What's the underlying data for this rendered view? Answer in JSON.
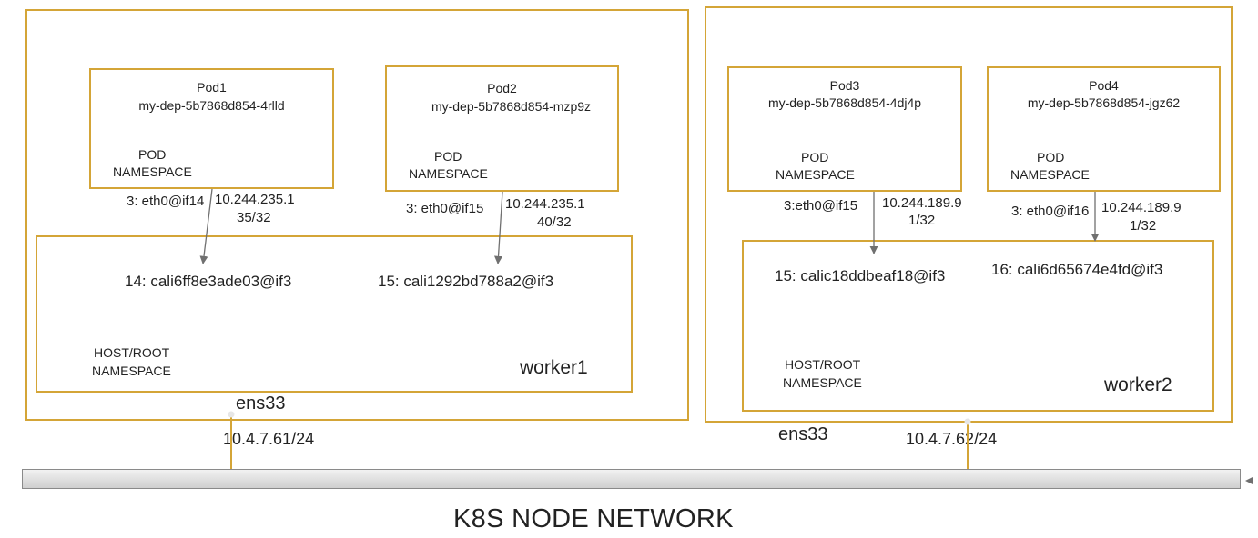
{
  "worker1": {
    "name": "worker1",
    "pods": [
      {
        "title": "Pod1",
        "name": "my-dep-5b7868d854-4rlld",
        "ns_line1": "POD",
        "ns_line2": "NAMESPACE",
        "eth": "3: eth0@if14",
        "ip_line1": "10.244.235.1",
        "ip_line2": "35/32"
      },
      {
        "title": "Pod2",
        "name": "my-dep-5b7868d854-mzp9z",
        "ns_line1": "POD",
        "ns_line2": "NAMESPACE",
        "eth": "3: eth0@if15",
        "ip_line1": "10.244.235.1",
        "ip_line2": "40/32"
      }
    ],
    "host_ns_line1": "HOST/ROOT",
    "host_ns_line2": "NAMESPACE",
    "cali": [
      "14: cali6ff8e3ade03@if3",
      "15: cali1292bd788a2@if3"
    ],
    "nic": "ens33",
    "nic_ip": "10.4.7.61/24"
  },
  "worker2": {
    "name": "worker2",
    "pods": [
      {
        "title": "Pod3",
        "name": "my-dep-5b7868d854-4dj4p",
        "ns_line1": "POD",
        "ns_line2": "NAMESPACE",
        "eth": "3:eth0@if15",
        "ip_line1": "10.244.189.9",
        "ip_line2": "1/32"
      },
      {
        "title": "Pod4",
        "name": "my-dep-5b7868d854-jgz62",
        "ns_line1": "POD",
        "ns_line2": "NAMESPACE",
        "eth": "3: eth0@if16",
        "ip_line1": "10.244.189.9",
        "ip_line2": "1/32"
      }
    ],
    "host_ns_line1": "HOST/ROOT",
    "host_ns_line2": "NAMESPACE",
    "cali": [
      "15: calic18ddbeaf18@if3",
      "16: cali6d65674e4fd@if3"
    ],
    "nic": "ens33",
    "nic_ip": "10.4.7.62/24"
  },
  "network_caption": "K8S NODE NETWORK",
  "colors": {
    "border": "#d4a537",
    "arrow": "#707070",
    "bar": "#cfcfcf"
  }
}
